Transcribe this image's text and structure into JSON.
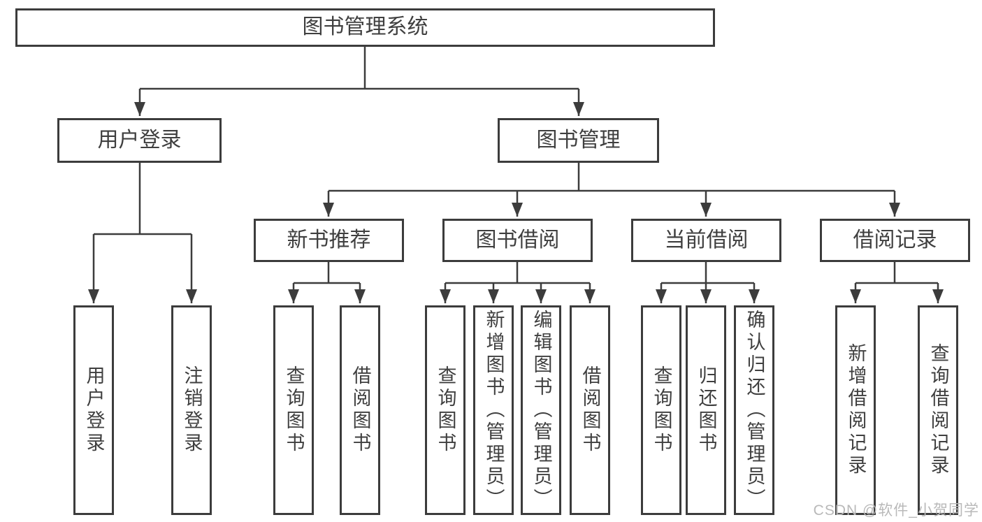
{
  "colors": {
    "line": "#3c3c3c",
    "text": "#3f3f3f",
    "background": "#ffffff",
    "watermark": "#b9b9b9"
  },
  "watermark": {
    "text": "CSDN @软件_小贺同学"
  },
  "tree": {
    "root": {
      "label": "图书管理系统",
      "children": [
        {
          "label": "用户登录",
          "children": [
            {
              "label": "用户登录"
            },
            {
              "label": "注销登录"
            }
          ]
        },
        {
          "label": "图书管理",
          "children": [
            {
              "label": "新书推荐",
              "children": [
                {
                  "label": "查询图书"
                },
                {
                  "label": "借阅图书"
                }
              ]
            },
            {
              "label": "图书借阅",
              "children": [
                {
                  "label": "查询图书"
                },
                {
                  "label": "新增图书（管理员）"
                },
                {
                  "label": "编辑图书（管理员）"
                },
                {
                  "label": "借阅图书"
                }
              ]
            },
            {
              "label": "当前借阅",
              "children": [
                {
                  "label": "查询图书"
                },
                {
                  "label": "归还图书"
                },
                {
                  "label": "确认归还（管理员）"
                }
              ]
            },
            {
              "label": "借阅记录",
              "children": [
                {
                  "label": "新增借阅记录"
                },
                {
                  "label": "查询借阅记录"
                }
              ]
            }
          ]
        }
      ]
    }
  }
}
